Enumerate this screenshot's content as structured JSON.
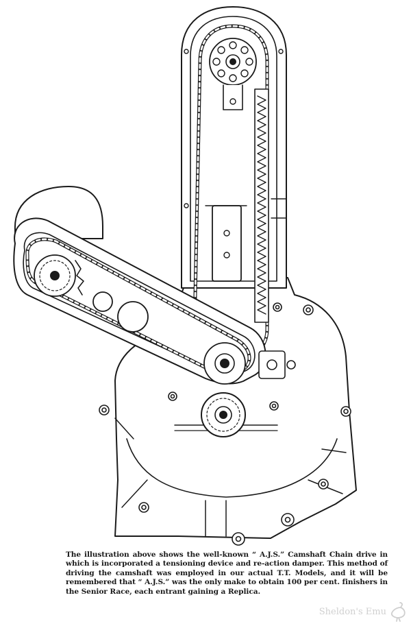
{
  "caption": {
    "text": "The illustration above shows the well-known “ A.J.S.” Camshaft Chain drive in which is incorporated a tensioning device and re-action damper. This method of driving the camshaft was employed in our actual T.T. Models, and it will be remembered that “ A.J.S.” was the only make to obtain 100 per cent. finishers in the Senior Race, each entrant gaining a Replica."
  },
  "watermark": {
    "text": "Sheldon's Emu",
    "color": "#d0d0d0"
  },
  "illustration": {
    "subject": "AJS camshaft chain drive line drawing",
    "ink_color": "#1a1a1a"
  }
}
